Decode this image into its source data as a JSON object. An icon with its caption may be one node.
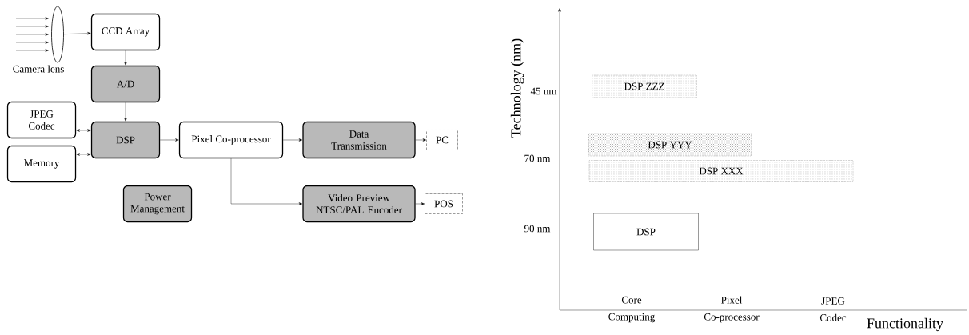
{
  "diagram": {
    "nodes": [
      {
        "text": [],
        "shape": "ellipse",
        "beside": [
          "Camera lens"
        ]
      },
      {
        "text": [
          "CCD Array"
        ]
      },
      {
        "text": [
          "A/D"
        ]
      },
      {
        "text": [
          "JPEG Codec"
        ]
      },
      {
        "text": [
          "DSP"
        ]
      },
      {
        "text": [
          "Memory"
        ]
      },
      {
        "text": [
          "Pixel Co-processor"
        ]
      },
      {
        "text": [
          "Data Transmission"
        ]
      },
      {
        "text": [
          "PC"
        ]
      },
      {
        "text": [
          "Power Management"
        ]
      },
      {
        "text": [
          "Video Preview NTSC/PAL Encoder"
        ]
      },
      {
        "text": [
          "POS"
        ]
      },
      {
        "text": [
          "DSP ZZZ"
        ]
      },
      {
        "text": [
          "DSP YYY"
        ]
      },
      {
        "text": [
          "DSP XXX"
        ]
      },
      {
        "text": [
          "DSP"
        ]
      }
    ],
    "edges": [
      {
        "from": null,
        "to": 0,
        "arrow": "to"
      },
      {
        "from": null,
        "to": 0,
        "arrow": "to"
      },
      {
        "from": null,
        "to": 0,
        "arrow": "to"
      },
      {
        "from": null,
        "to": 0,
        "arrow": "to"
      },
      {
        "from": null,
        "to": 0,
        "arrow": "to"
      },
      {
        "from": 0,
        "to": 1,
        "arrow": "to"
      },
      {
        "from": 1,
        "to": 2,
        "arrow": "to"
      },
      {
        "from": 2,
        "to": 4,
        "arrow": "to"
      },
      {
        "from": 4,
        "to": 3,
        "arrow": "both"
      },
      {
        "from": 4,
        "to": 5,
        "arrow": "both"
      },
      {
        "from": 4,
        "to": 6,
        "arrow": "to"
      },
      {
        "from": 6,
        "to": 7,
        "arrow": "to"
      },
      {
        "from": 7,
        "to": 8,
        "arrow": "to"
      },
      {
        "from": 6,
        "to": 10,
        "arrow": "to"
      },
      {
        "from": 10,
        "to": 11,
        "arrow": "to"
      }
    ],
    "labels": [
      "Technology (nm)",
      "45 nm",
      "70 nm",
      "90 nm",
      "Core Computing",
      "Pixel Co-processor",
      "JPEG Codec",
      "Functionality"
    ]
  }
}
